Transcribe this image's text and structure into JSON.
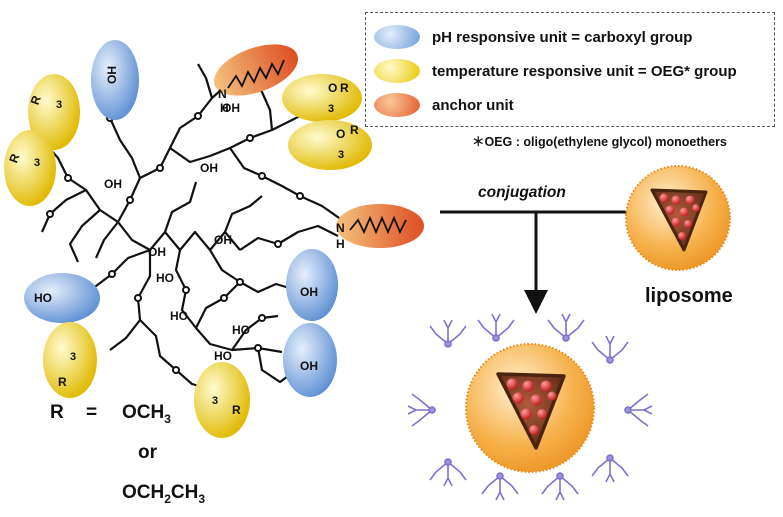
{
  "legend": {
    "items": [
      {
        "label": "pH responsive unit = carboxyl group",
        "color": "#6a9ad8",
        "light": "#cfe0f7"
      },
      {
        "label": "temperature responsive unit = OEG* group",
        "color": "#e8c400",
        "light": "#fff59a"
      },
      {
        "label": "anchor unit",
        "color": "#e2582a",
        "light": "#f5b57a"
      }
    ],
    "footnote": "＊OEG : oligo(ethylene glycol) monoethers"
  },
  "process": {
    "conjugation_label": "conjugation",
    "liposome_label": "liposome"
  },
  "r_group": {
    "symbol": "R",
    "equals": "=",
    "option1_base": "OCH",
    "option1_sub": "3",
    "or_word": "or",
    "option2_a": "OCH",
    "option2_sub1": "2",
    "option2_b": "CH",
    "option2_sub2": "3"
  },
  "units": {
    "carboxyl_text": "OH",
    "anchor_text": "H",
    "anchor_n": "N",
    "oeg_subscript": "3",
    "oeg_r": "R",
    "oeg_o": "O",
    "core_oh": "OH",
    "ho": "HO"
  },
  "colors": {
    "lipid_head": "#f2a33a",
    "lipid_head_light": "#fde7b5",
    "core_red": "#cc2f2f",
    "core_dark": "#6b3a1c",
    "polymer": "#8a7fd6"
  }
}
